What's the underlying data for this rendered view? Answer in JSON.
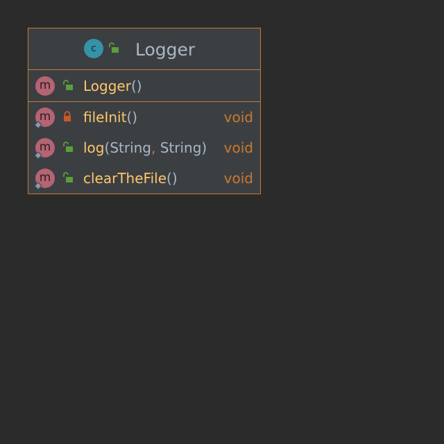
{
  "class": {
    "kind_letter": "c",
    "name": "Logger"
  },
  "constructor": {
    "kind_letter": "m",
    "name": "Logger",
    "params": "()",
    "visibility": "public"
  },
  "methods": [
    {
      "kind_letter": "m",
      "name": "fileInit",
      "params_open": "(",
      "params_close": ")",
      "return_type": "void",
      "visibility": "private"
    },
    {
      "kind_letter": "m",
      "name": "log",
      "params_open": "(",
      "param1": "String",
      "comma": ",",
      "param2": " String",
      "params_close": ")",
      "return_type": "void",
      "visibility": "public"
    },
    {
      "kind_letter": "m",
      "name": "clearTheFile",
      "params_open": "(",
      "params_close": ")",
      "return_type": "void",
      "visibility": "public"
    }
  ],
  "colors": {
    "border": "#c17e3a",
    "class_icon": "#3592a8",
    "method_icon": "#b46473",
    "public_lock": "#5a9e3a",
    "private_lock": "#c75a2a"
  }
}
